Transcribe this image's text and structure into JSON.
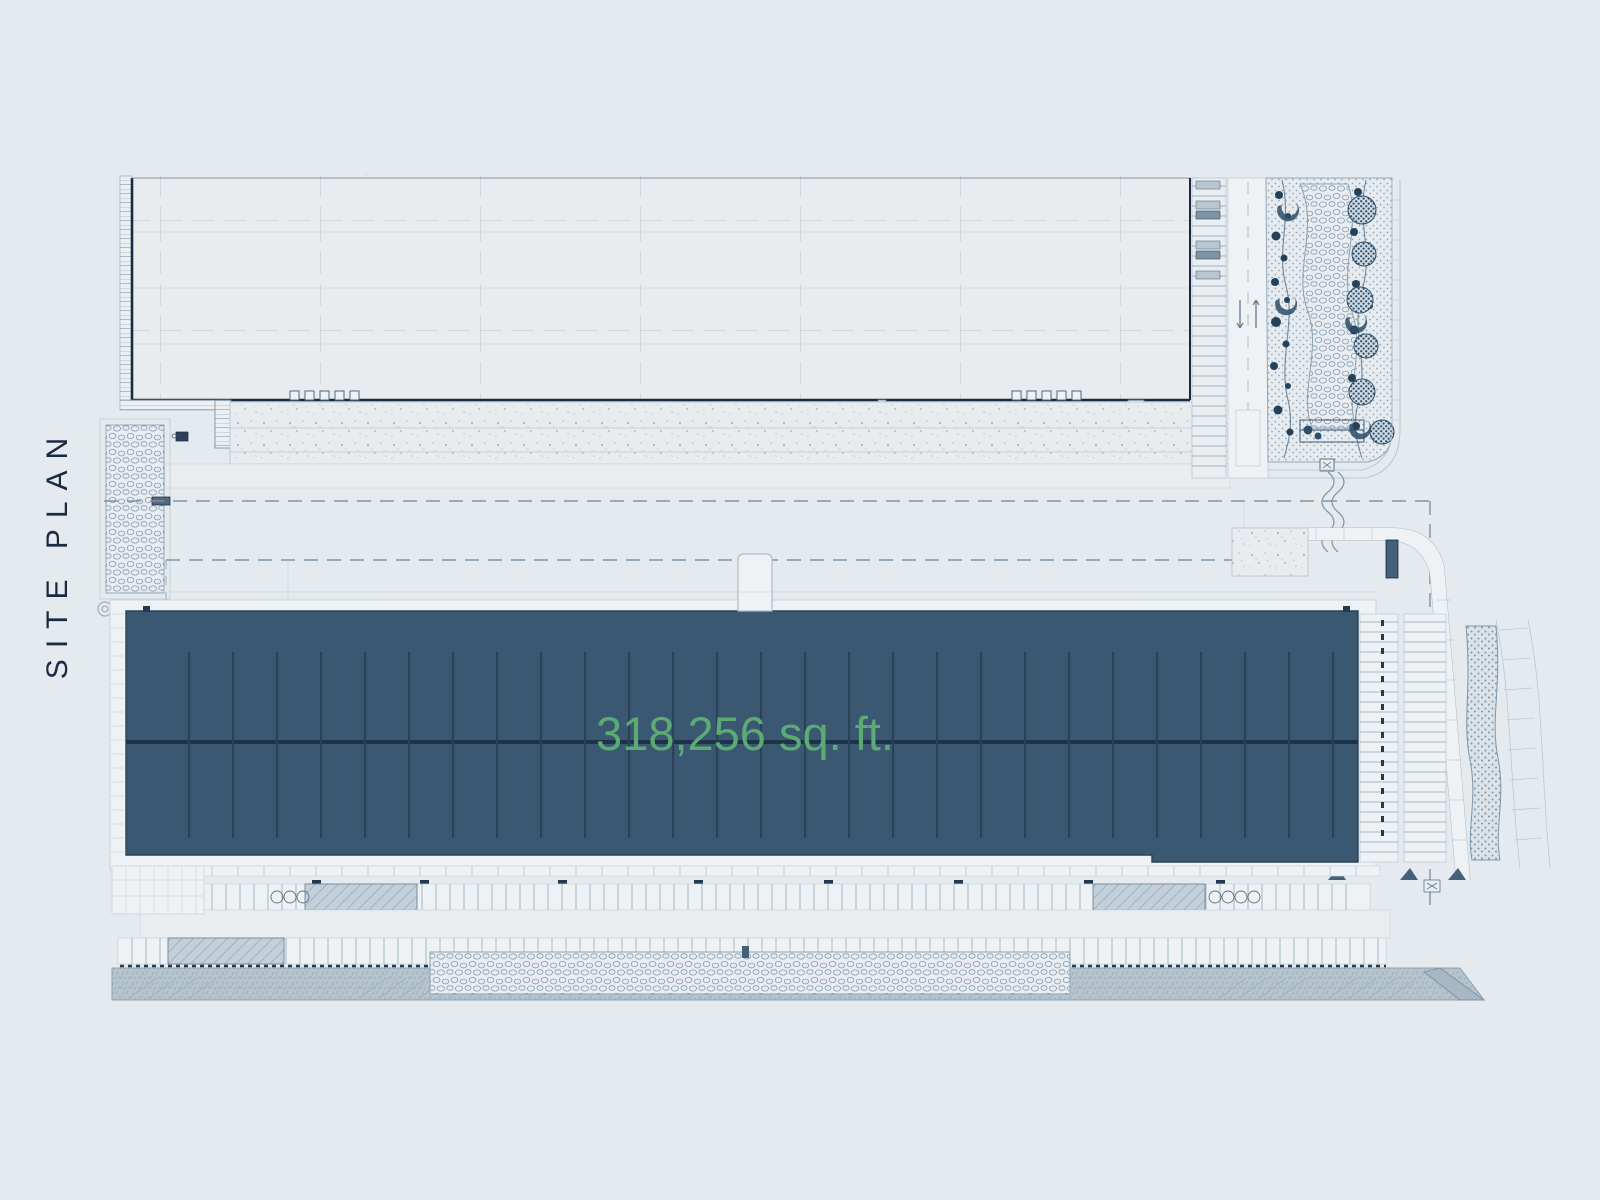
{
  "page": {
    "background_color": "#e5eaee",
    "title": "SITE PLAN"
  },
  "title_block": {
    "label": "SITE PLAN",
    "orientation": "vertical-rotated-90",
    "color": "#1b2a44"
  },
  "main_building": {
    "area_label": "318,256 sq. ft.",
    "roof_color": "#3a5871",
    "label_color": "#5cab74",
    "bay_line_color": "#2a4157"
  },
  "colors": {
    "background": "#e5eaee",
    "paper": "#eef1f3",
    "line_dark": "#1b2a44",
    "line_mid": "#5a7186",
    "line_light": "#aab9c6",
    "pavement": "#e9edf0",
    "concrete": "#e4e9ed",
    "landscape_band": "#b6c4ce",
    "accessible_stall": "#b8c6d1",
    "tree": "#2d4d69"
  },
  "plan_elements": {
    "upper_building_label": "upper-building-footprint",
    "truck_court_label": "truck-court",
    "parking_field_label": "parking-field",
    "landscape_label": "landscape-area",
    "property_line_label": "property-line"
  },
  "drawing": {
    "sheet_type": "site-plan",
    "north_marker": "site-marker"
  }
}
